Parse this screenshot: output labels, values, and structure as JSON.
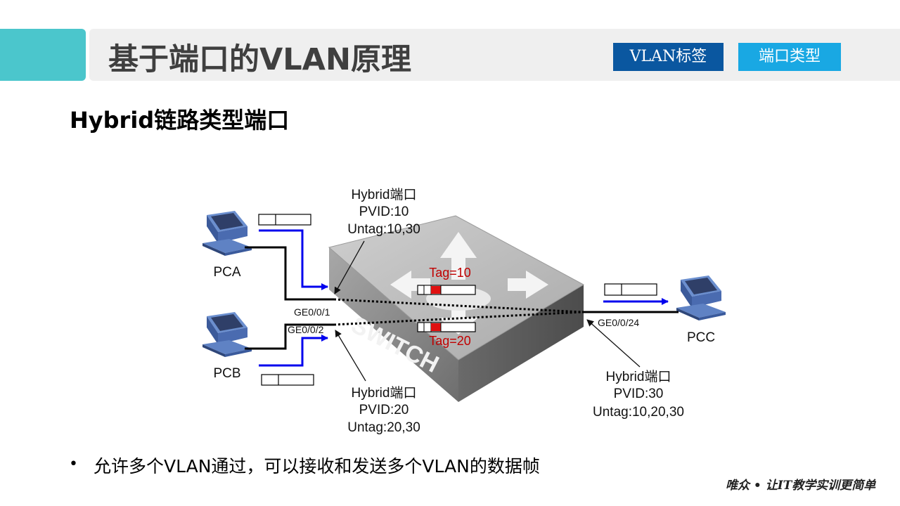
{
  "header": {
    "title": "基于端口的VLAN原理",
    "nav": [
      {
        "label": "VLAN标签"
      },
      {
        "label": "端口类型"
      }
    ]
  },
  "subtitle": "Hybrid链路类型端口",
  "diagram": {
    "pcs": [
      {
        "label": "PCA"
      },
      {
        "label": "PCB"
      },
      {
        "label": "PCC"
      }
    ],
    "switch_label": "SWITCH",
    "ports": {
      "p1": "GE0/0/1",
      "p2": "GE0/0/2",
      "p24": "GE0/0/24"
    },
    "callouts": {
      "top": {
        "line1": "Hybrid端口",
        "line2": "PVID:10",
        "line3": "Untag:10,30"
      },
      "bottom": {
        "line1": "Hybrid端口",
        "line2": "PVID:20",
        "line3": "Untag:20,30"
      },
      "right": {
        "line1": "Hybrid端口",
        "line2": "PVID:30",
        "line3": "Untag:10,20,30"
      }
    },
    "tags": {
      "top": "Tag=10",
      "bottom": "Tag=20"
    },
    "colors": {
      "link_blue": "#0000ee",
      "tag_red": "#c00000",
      "switch_top": "#b9b9b9",
      "pc_blue": "#3a5a9c"
    }
  },
  "bullet": "允许多个VLAN通过，可以接收和发送多个VLAN的数据帧",
  "footer": "唯众 • 让IT教学实训更简单"
}
